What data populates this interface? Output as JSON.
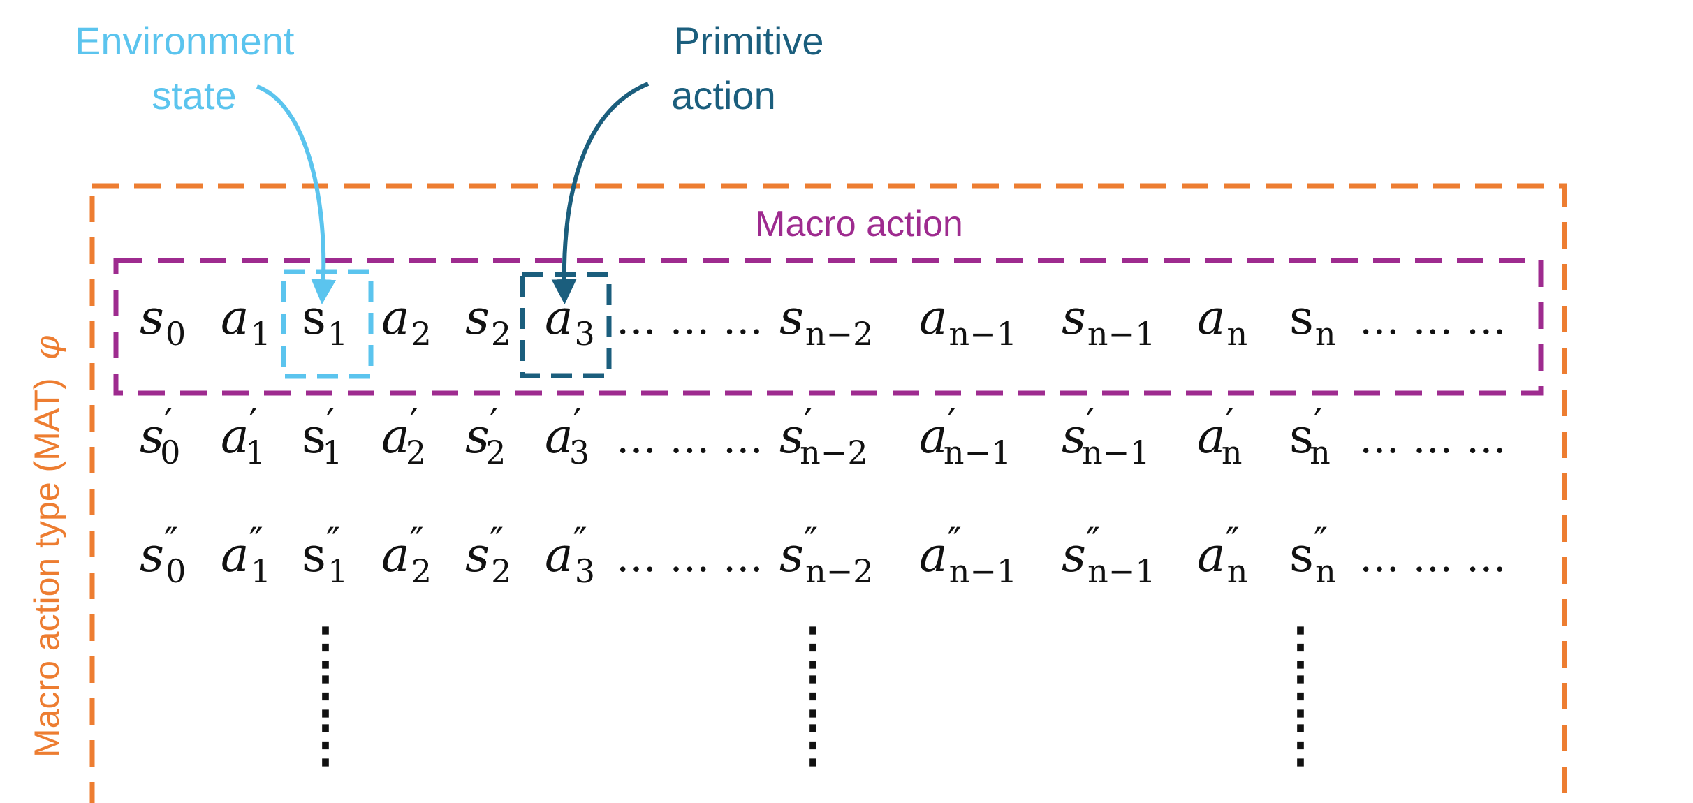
{
  "labels": {
    "environment_state_line1": "Environment",
    "environment_state_line2": "state",
    "primitive_action_line1": "Primitive",
    "primitive_action_line2": "action",
    "macro_action": "Macro action",
    "mat_label": "Macro action type (MAT)",
    "mat_symbol": "φ"
  },
  "colors": {
    "orange": "#ED7D31",
    "purple": "#9E2B8F",
    "light_blue": "#5BC4EE",
    "dark_teal": "#1B5E7D",
    "ink": "#111111"
  },
  "rows": [
    {
      "prime": "",
      "tokens": [
        {
          "base": "s",
          "sub": "0"
        },
        {
          "base": "a",
          "sub": "1"
        },
        {
          "base": "s",
          "sub": "1",
          "upright": true
        },
        {
          "base": "a",
          "sub": "2"
        },
        {
          "base": "s",
          "sub": "2"
        },
        {
          "base": "a",
          "sub": "3"
        },
        {
          "ellipsis": "… … …"
        },
        {
          "base": "s",
          "sub": "n−2"
        },
        {
          "base": "a",
          "sub": "n−1"
        },
        {
          "base": "s",
          "sub": "n−1"
        },
        {
          "base": "a",
          "sub": "n",
          "upright_sub": true
        },
        {
          "base": "s",
          "sub": "n",
          "upright": true,
          "upright_sub": true
        },
        {
          "ellipsis": "… … …"
        }
      ]
    },
    {
      "prime": "′",
      "tokens": [
        {
          "base": "s",
          "sub": "0"
        },
        {
          "base": "a",
          "sub": "1"
        },
        {
          "base": "s",
          "sub": "1",
          "upright": true
        },
        {
          "base": "a",
          "sub": "2"
        },
        {
          "base": "s",
          "sub": "2"
        },
        {
          "base": "a",
          "sub": "3"
        },
        {
          "ellipsis": "… … …"
        },
        {
          "base": "s",
          "sub": "n−2"
        },
        {
          "base": "a",
          "sub": "n−1"
        },
        {
          "base": "s",
          "sub": "n−1"
        },
        {
          "base": "a",
          "sub": "n",
          "upright_sub": true
        },
        {
          "base": "s",
          "sub": "n",
          "upright": true,
          "upright_sub": true
        },
        {
          "ellipsis": "… … …"
        }
      ]
    },
    {
      "prime": "″",
      "tokens": [
        {
          "base": "s",
          "sub": "0"
        },
        {
          "base": "a",
          "sub": "1"
        },
        {
          "base": "s",
          "sub": "1",
          "upright": true
        },
        {
          "base": "a",
          "sub": "2"
        },
        {
          "base": "s",
          "sub": "2"
        },
        {
          "base": "a",
          "sub": "3"
        },
        {
          "ellipsis": "… … …"
        },
        {
          "base": "s",
          "sub": "n−2"
        },
        {
          "base": "a",
          "sub": "n−1"
        },
        {
          "base": "s",
          "sub": "n−1"
        },
        {
          "base": "a",
          "sub": "n",
          "upright_sub": true
        },
        {
          "base": "s",
          "sub": "n",
          "upright": true,
          "upright_sub": true
        },
        {
          "ellipsis": "… … …"
        }
      ]
    }
  ],
  "vertical_ellipsis": "⋮"
}
